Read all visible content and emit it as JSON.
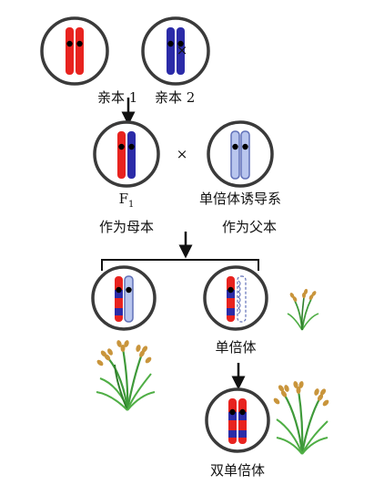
{
  "parent1": {
    "label": "亲本 1"
  },
  "cross_symbol": "×",
  "parent2": {
    "label": "亲本 2"
  },
  "f1": {
    "label_main": "F",
    "label_sub": "1",
    "role": "作为母本"
  },
  "inducer": {
    "label": "单倍体诱导系",
    "role": "作为父本"
  },
  "haploid": {
    "label": "单倍体"
  },
  "doubled_haploid": {
    "label": "双单倍体"
  },
  "colors": {
    "red": "#e8231f",
    "blue": "#2b2ba8",
    "pale_blue": "#b9c6ee",
    "pale_outline": "#6070b8",
    "ring": "#3a3a3a",
    "centromere": "#000000",
    "stem_green": "#3f9a3a",
    "grain_gold": "#c9953c"
  }
}
